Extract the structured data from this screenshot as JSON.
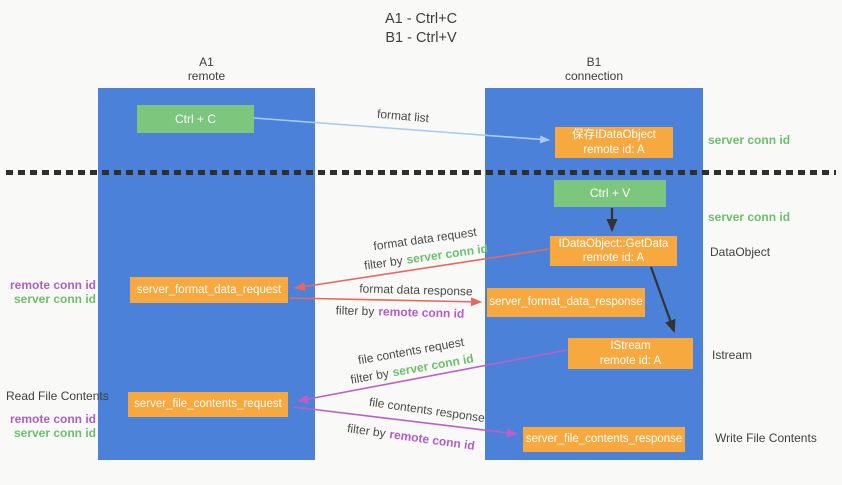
{
  "title": {
    "line1": "A1 - Ctrl+C",
    "line2": "B1 - Ctrl+V"
  },
  "lanes": {
    "left": {
      "name": "A1",
      "role": "remote"
    },
    "right": {
      "name": "B1",
      "role": "connection"
    }
  },
  "nodes": {
    "ctrl_c": {
      "label": "Ctrl + C"
    },
    "ctrl_v": {
      "label": "Ctrl + V"
    },
    "save_dataobject": {
      "line1": "保存IDataObject",
      "line2": "remote id: A"
    },
    "getdata": {
      "line1": "IDataObject::GetData",
      "line2": "remote id: A"
    },
    "istream": {
      "line1": "IStream",
      "line2": "remote id: A"
    },
    "format_request": {
      "label": "server_format_data_request"
    },
    "format_response": {
      "label": "server_format_data_response"
    },
    "file_request": {
      "label": "server_file_contents_request"
    },
    "file_response": {
      "label": "server_file_contents_response"
    }
  },
  "messages": {
    "format_list": "format list",
    "format_data_request": "format data request",
    "format_data_request_filter_prefix": "filter by",
    "format_data_request_filter_key": "server conn id",
    "format_data_response": "format data response",
    "format_data_response_filter_prefix": "filter by",
    "format_data_response_filter_key": "remote conn id",
    "file_contents_request": "file contents request",
    "file_contents_request_filter_prefix": "filter by",
    "file_contents_request_filter_key": "server conn id",
    "file_contents_response": "file contents response",
    "file_contents_response_filter_prefix": "filter by",
    "file_contents_response_filter_key": "remote conn id"
  },
  "side_labels": {
    "server_conn_id_top": "server conn id",
    "server_conn_id_mid": "server conn id",
    "dataobject": "DataObject",
    "istream": "Istream",
    "read_file_contents": "Read File Contents",
    "write_file_contents": "Write File Contents",
    "left_mid_remote": "remote conn id",
    "left_mid_server": "server conn id",
    "left_bottom_remote": "remote conn id",
    "left_bottom_server": "server conn id"
  },
  "colors": {
    "lane_blue": "#4b81d9",
    "node_green": "#7cc67e",
    "node_orange": "#f7a83e",
    "arrow_light_blue": "#a9ccee",
    "arrow_red": "#e8685e",
    "arrow_magenta": "#bf5ec7",
    "arrow_black": "#333333",
    "text_green": "#6dbf6d",
    "text_purple": "#b15ec6"
  }
}
